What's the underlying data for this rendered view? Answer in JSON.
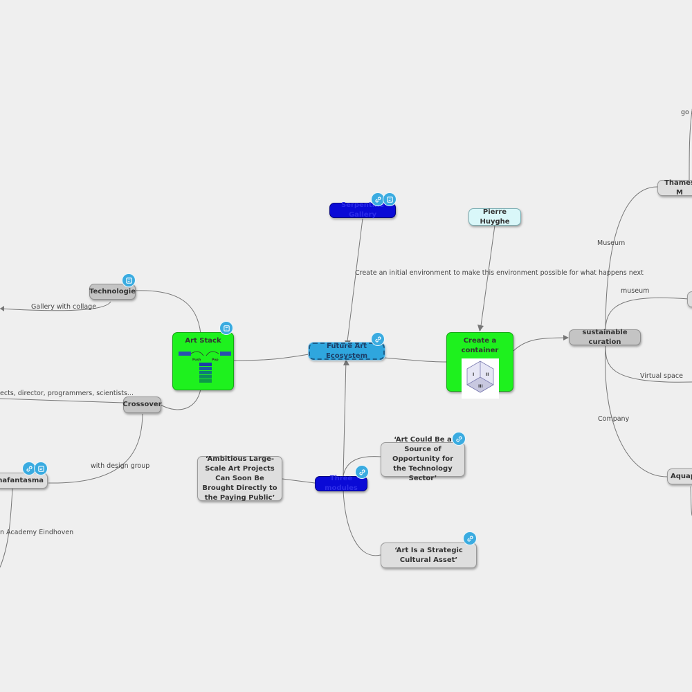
{
  "nodes": {
    "future_art_ecosystem": "Future Art Ecosystem",
    "serpentine_gallery": "Serpentine Gallery",
    "pierre_huyghe": "Pierre Huyghe",
    "create_a_container": "Create a container",
    "sustainable_curation": "sustainable curation",
    "art_stack": "Art Stack",
    "technologie": "Technologie",
    "crossover": "Crossover",
    "formafantasma": "rmafantasma",
    "three_modules": "Three modules",
    "ambitious": "‘Ambitious Large-Scale Art Projects Can Soon Be Brought Directly to the Paying Public’",
    "art_could": "‘Art Could Be a Source of Opportunity for the Technology Sector’",
    "art_strategic": "‘Art Is a Strategic Cultural Asset’",
    "thames": "Thames M",
    "aquap": "Aquap"
  },
  "edge_labels": {
    "initial_environment": "Create an initial environment to make this environment possible for what happens next",
    "museum_upper": "Museum",
    "museum_lower": "museum",
    "virtual_space": "Virtual space",
    "company": "Company",
    "gallery_collage": "Gallery with collage",
    "crossover_people": "ects, director, programmers, scientists...",
    "design_group": "with design group",
    "academy": "n Academy Eindhoven",
    "go": "go b"
  },
  "art_stack_image": {
    "left_label": "Push",
    "right_label": "Pop"
  },
  "container_image": {
    "cells": [
      "I",
      "II",
      "III"
    ]
  },
  "colors": {
    "background": "#efefef",
    "green_node": "#1ef11e",
    "blue_node": "#0a0ad6",
    "center_node": "#2fa6de",
    "badge": "#3aabe0"
  }
}
